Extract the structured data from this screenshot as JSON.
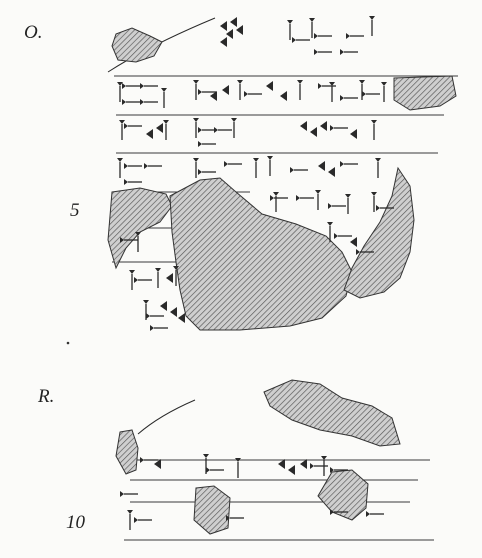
{
  "sides": {
    "obverse": {
      "label": "O."
    },
    "reverse": {
      "label": "R."
    }
  },
  "line_numbers": {
    "line_5": "5",
    "line_10": "10"
  },
  "colors": {
    "ink": "#2a2a2a",
    "hatch": "#6f6f6f",
    "paper": "#fbfbf9"
  },
  "drawing": {
    "style": "hand-copied cuneiform tablet with hatched breaks"
  }
}
